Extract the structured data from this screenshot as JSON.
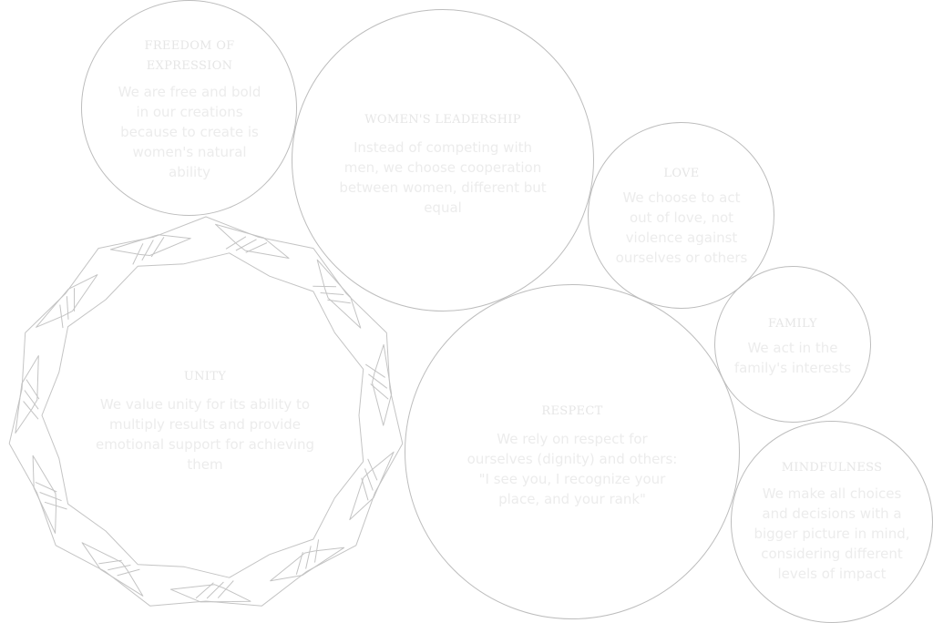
{
  "values": {
    "freedom": {
      "title": "FREEDOM OF EXPRESSION",
      "description": "We are free and bold in our creations because to create is women's natural ability"
    },
    "leadership": {
      "title": "WOMEN'S LEADERSHIP",
      "description": "Instead of competing with men, we choose cooperation between women, different but equal"
    },
    "love": {
      "title": "LOVE",
      "description": "We choose to act out of love, not violence against ourselves or others"
    },
    "family": {
      "title": "FAMILY",
      "description": "We act in the family's interests"
    },
    "unity": {
      "title": "UNITY",
      "description": "We value unity for its ability to multiply results and provide emotional support for achieving them"
    },
    "respect": {
      "title": "RESPECT",
      "description": "We rely on respect for ourselves (dignity) and others: \"I see you, I recognize your place, and your rank\""
    },
    "mindfulness": {
      "title": "MINDFULNESS",
      "description": "We make all choices and decisions with a bigger picture in mind, considering different levels of impact"
    }
  },
  "colors": {
    "outline": "#bdbdbd",
    "text": "#ececec"
  }
}
